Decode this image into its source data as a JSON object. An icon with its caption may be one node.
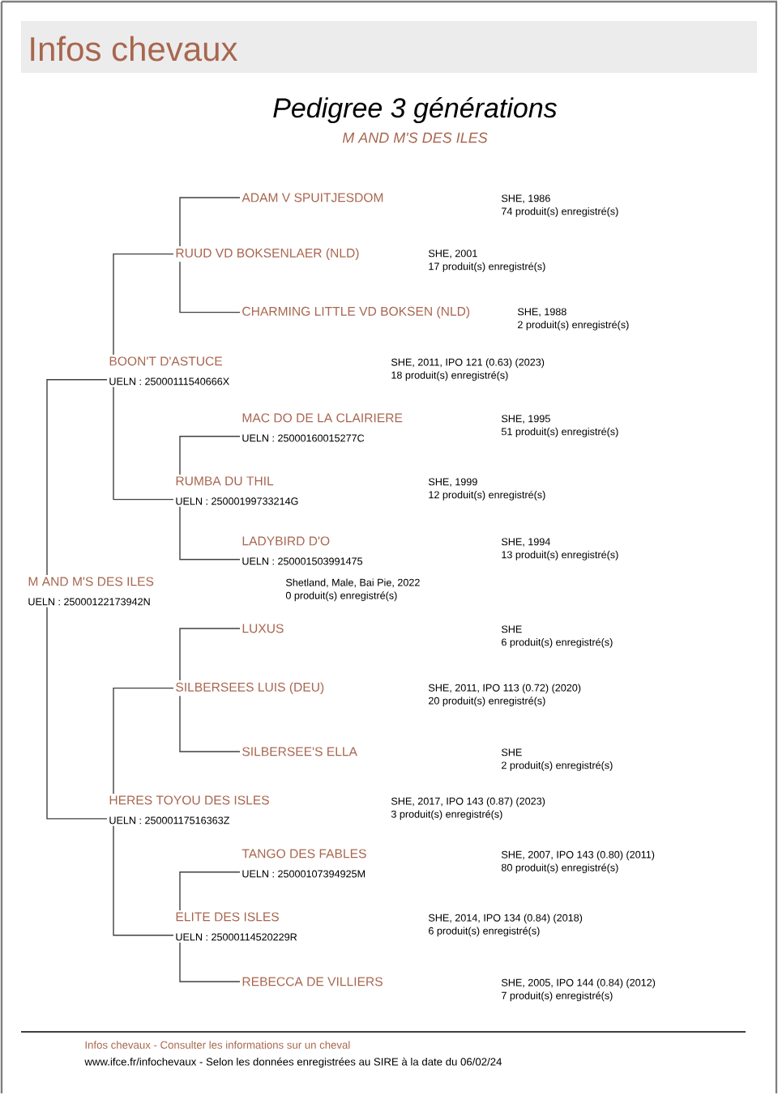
{
  "diagram": {
    "title": "Pedigree 3 générations",
    "nodes": [
      {
        "text": [
          "ADAM V SPUITJESDOM"
        ],
        "beside": [
          "SHE, 1986",
          "74 produit(s) enregistré(s)"
        ]
      },
      {
        "text": [
          "RUUD VD BOKSENLAER (NLD)"
        ],
        "beside": [
          "SHE, 2001",
          "17 produit(s) enregistré(s)"
        ]
      },
      {
        "text": [
          "CHARMING LITTLE VD BOKSEN (NLD)"
        ],
        "beside": [
          "SHE, 1988",
          "2 produit(s) enregistré(s)"
        ]
      },
      {
        "text": [
          "BOON'T D'ASTUCE",
          "UELN : 25000111540666X"
        ],
        "beside": [
          "SHE, 2011, IPO 121 (0.63) (2023)",
          "18 produit(s) enregistré(s)"
        ]
      },
      {
        "text": [
          "MAC DO DE LA CLAIRIERE",
          "UELN : 25000160015277C"
        ],
        "beside": [
          "SHE, 1995",
          "51 produit(s) enregistré(s)"
        ]
      },
      {
        "text": [
          "RUMBA DU THIL",
          "UELN : 25000199733214G"
        ],
        "beside": [
          "SHE, 1999",
          "12 produit(s) enregistré(s)"
        ]
      },
      {
        "text": [
          "LADYBIRD D'O",
          "UELN : 250001503991475"
        ],
        "beside": [
          "SHE, 1994",
          "13 produit(s) enregistré(s)"
        ]
      },
      {
        "text": [
          "M AND M'S DES ILES",
          "UELN : 25000122173942N"
        ],
        "beside": [
          "Shetland, Male, Bai Pie, 2022",
          "0 produit(s) enregistré(s)"
        ]
      },
      {
        "text": [
          "LUXUS"
        ],
        "beside": [
          "SHE",
          "6 produit(s) enregistré(s)"
        ]
      },
      {
        "text": [
          "SILBERSEES LUIS (DEU)"
        ],
        "beside": [
          "SHE, 2011, IPO 113 (0.72) (2020)",
          "20 produit(s) enregistré(s)"
        ]
      },
      {
        "text": [
          "SILBERSEE'S ELLA"
        ],
        "beside": [
          "SHE",
          "2 produit(s) enregistré(s)"
        ]
      },
      {
        "text": [
          "HERES TOYOU DES ISLES",
          "UELN : 25000117516363Z"
        ],
        "beside": [
          "SHE, 2017, IPO 143 (0.87) (2023)",
          "3 produit(s) enregistré(s)"
        ]
      },
      {
        "text": [
          "TANGO DES FABLES",
          "UELN : 25000107394925M"
        ],
        "beside": [
          "SHE, 2007, IPO 143 (0.80) (2011)",
          "80 produit(s) enregistré(s)"
        ]
      },
      {
        "text": [
          "ELITE DES ISLES",
          "UELN : 25000114520229R"
        ],
        "beside": [
          "SHE, 2014, IPO 134 (0.84) (2018)",
          "6 produit(s) enregistré(s)"
        ]
      },
      {
        "text": [
          "REBECCA DE VILLIERS"
        ],
        "beside": [
          "SHE, 2005, IPO 144 (0.84) (2012)",
          "7 produit(s) enregistré(s)"
        ]
      }
    ],
    "edges": [
      {
        "from": 7,
        "to": 3,
        "arrow": "none"
      },
      {
        "from": 7,
        "to": 11,
        "arrow": "none"
      },
      {
        "from": 3,
        "to": 1,
        "arrow": "none"
      },
      {
        "from": 3,
        "to": 5,
        "arrow": "none"
      },
      {
        "from": 1,
        "to": 0,
        "arrow": "none"
      },
      {
        "from": 1,
        "to": 2,
        "arrow": "none"
      },
      {
        "from": 5,
        "to": 4,
        "arrow": "none"
      },
      {
        "from": 5,
        "to": 6,
        "arrow": "none"
      },
      {
        "from": 11,
        "to": 9,
        "arrow": "none"
      },
      {
        "from": 11,
        "to": 13,
        "arrow": "none"
      },
      {
        "from": 9,
        "to": 8,
        "arrow": "none"
      },
      {
        "from": 9,
        "to": 10,
        "arrow": "none"
      },
      {
        "from": 13,
        "to": 12,
        "arrow": "none"
      },
      {
        "from": 13,
        "to": 14,
        "arrow": "none"
      }
    ],
    "labels": [
      "Infos chevaux",
      "M AND M'S DES ILES",
      "Infos chevaux - Consulter les informations sur un cheval",
      "www.ifce.fr/infochevaux - Selon les données enregistrées au SIRE à la date du 06/02/24"
    ]
  }
}
